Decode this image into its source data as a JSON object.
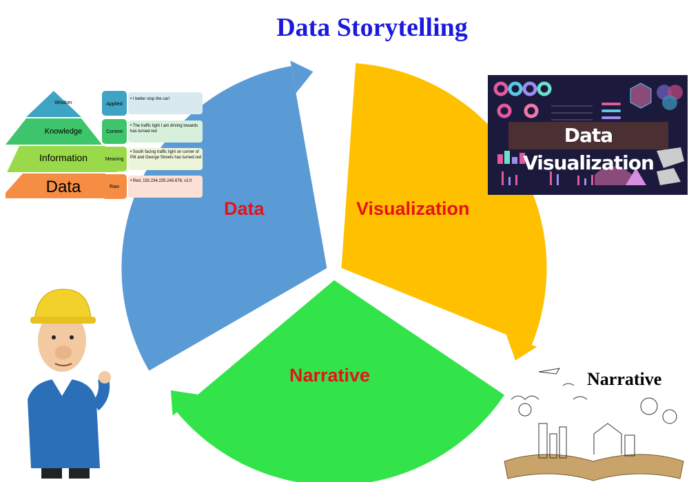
{
  "title": "Data Storytelling",
  "cycle": {
    "segments": [
      {
        "label": "Data",
        "color": "#5b9bd5"
      },
      {
        "label": "Visualization",
        "color": "#ffc000"
      },
      {
        "label": "Narrative",
        "color": "#33e34a"
      }
    ]
  },
  "pyramid": {
    "levels": [
      {
        "name": "Wisdom",
        "tag": "Applied",
        "example": "• I better stop the car!"
      },
      {
        "name": "Knowledge",
        "tag": "Context",
        "example": "• The traffic light I am driving towards has turned red"
      },
      {
        "name": "Information",
        "tag": "Meaning",
        "example": "• South facing traffic light on corner of Pitt and George Streets has turned red"
      },
      {
        "name": "Data",
        "tag": "Raw",
        "example": "• Red, 192.234.235.245.678, v2.0"
      }
    ]
  },
  "visualization_image": {
    "banner": "Data Visualization"
  },
  "narrative_image": {
    "title": "Narrative"
  }
}
